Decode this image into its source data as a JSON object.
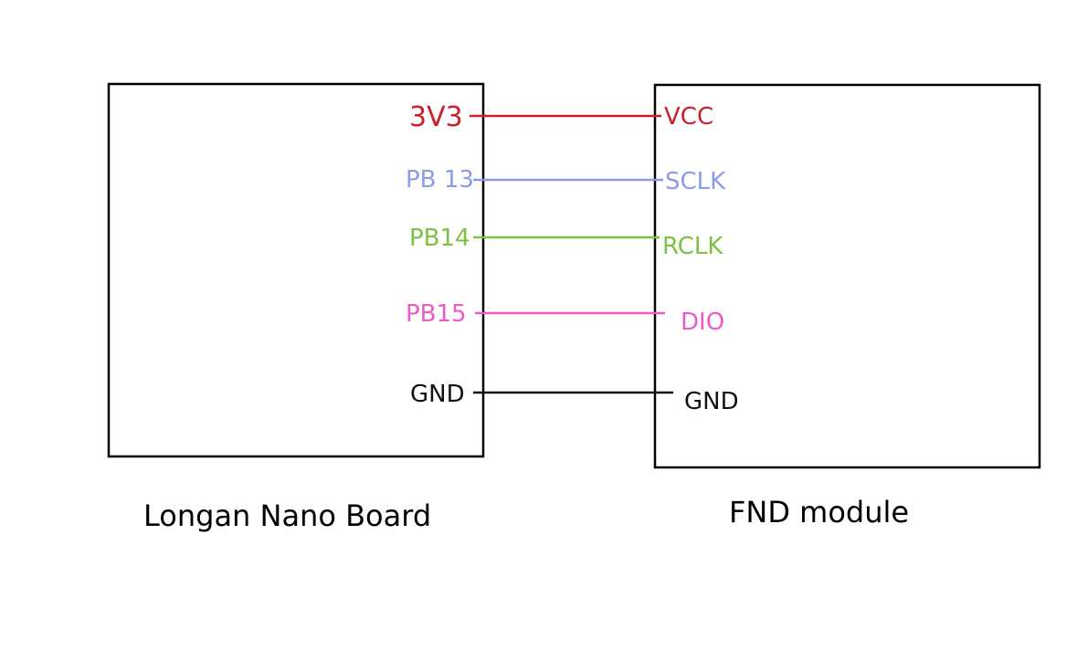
{
  "boards": {
    "left": {
      "label": "Longan Nano Board"
    },
    "right": {
      "label": "FND module"
    }
  },
  "connections": [
    {
      "left_pin": "3V3",
      "right_pin": "VCC",
      "color": "#cc1f2b"
    },
    {
      "left_pin": "PB 13",
      "right_pin": "SCLK",
      "color": "#8c9be6"
    },
    {
      "left_pin": "PB14",
      "right_pin": "RCLK",
      "color": "#7cc242"
    },
    {
      "left_pin": "PB15",
      "right_pin": "DIO",
      "color": "#ec5bc4"
    },
    {
      "left_pin": "GND",
      "right_pin": "GND",
      "color": "#111111"
    }
  ]
}
